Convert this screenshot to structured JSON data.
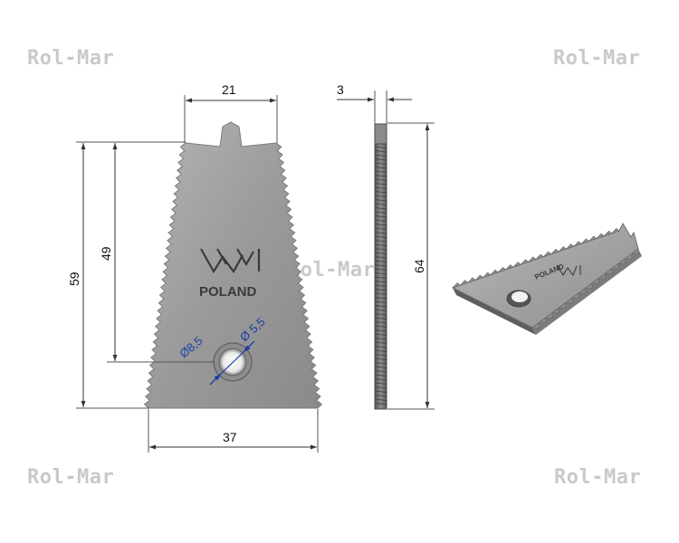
{
  "watermark": "Rol-Mar",
  "front_view": {
    "dim_top_width": "21",
    "dim_bottom_width": "37",
    "dim_height_total": "59",
    "dim_height_hole": "49",
    "dia_outer": "Ø8,5",
    "dia_inner": "Ø 5,5",
    "brand": "POLAND"
  },
  "side_view": {
    "dim_thickness": "3",
    "dim_length": "64"
  },
  "iso_view": {
    "brand": "POLAND"
  },
  "colors": {
    "steel": "#9a9a9a",
    "steel_dark": "#6e6e6e",
    "dim_line": "#555555",
    "diameter_line": "#1a3fa8"
  }
}
